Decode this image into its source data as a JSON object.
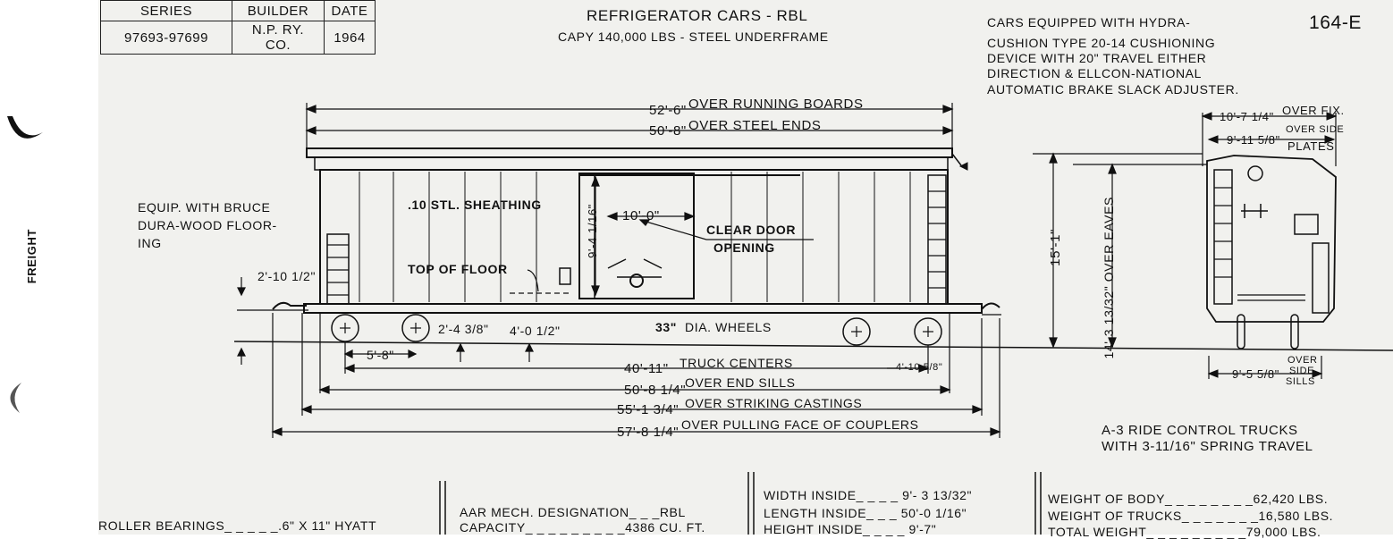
{
  "side_label": "FREIGHT",
  "header_table": {
    "col1_head": "SERIES",
    "col2_head": "BUILDER",
    "col3_head": "DATE",
    "col1_val": "97693-97699",
    "col2_val": "N.P. RY. CO.",
    "col3_val": "1964"
  },
  "title": {
    "line1": "REFRIGERATOR  CARS - RBL",
    "line2": "CAPY 140,000 LBS - STEEL UNDERFRAME"
  },
  "plate_number": "164-E",
  "note_top_right": [
    "CARS EQUIPPED WITH HYDRA-",
    "CUSHION TYPE 20-14 CUSHIONING",
    "DEVICE WITH 20\" TRAVEL EITHER",
    "DIRECTION & ELLCON-NATIONAL",
    "AUTOMATIC BRAKE SLACK ADJUSTER."
  ],
  "side_view": {
    "over_running_boards_value": "52'-6\"",
    "over_running_boards_label": "OVER  RUNNING  BOARDS",
    "over_steel_ends_value": "50'-8\"",
    "over_steel_ends_label": "OVER  STEEL  ENDS",
    "flooring_note": [
      "EQUIP. WITH BRUCE",
      "DURA-WOOD FLOOR-",
      "ING"
    ],
    "sheathing_note": ".10  STL.  SHEATHING",
    "top_of_floor": "TOP  OF  FLOOR",
    "door_height": "9'-4 1/16\"",
    "door_width": "10'-0\"",
    "clear_door_line1": "CLEAR  DOOR",
    "clear_door_line2": "OPENING",
    "floor_height": "2'-10 1/2\"",
    "wheel_base": "5'-8\"",
    "dim_a": "2'-4 3/8\"",
    "dim_b": "4'-0 1/2\"",
    "wheels_value": "33\"",
    "wheels_label": "DIA.  WHEELS",
    "truck_centers_value": "40'-11\"",
    "truck_centers_label": "TRUCK  CENTERS",
    "truck_offset": "4'-10 5/8\"",
    "end_sills_value": "50'-8 1/4\"",
    "end_sills_label": "OVER  END  SILLS",
    "striking_value": "55'-1 3/4\"",
    "striking_label": "OVER  STRIKING  CASTINGS",
    "couplers_value": "57'-8 1/4\"",
    "couplers_label": "OVER  PULLING  FACE  OF  COUPLERS"
  },
  "end_view": {
    "over_fix_value": "10'-7 1/4\"",
    "over_fix_label": "OVER FIX.",
    "over_side_plates_value": "9'-11 5/8\"",
    "over_side_plates_label1": "OVER SIDE",
    "over_side_plates_label2": "PLATES",
    "height_overall": "15'-1\"",
    "height_eaves": "14'-3 13/32\"  OVER EAVES",
    "over_side_sills_value": "9'-5 5/8\"",
    "over_side_sills_label1": "OVER",
    "over_side_sills_label2": "SIDE",
    "over_side_sills_label3": "SILLS"
  },
  "trucks_note": [
    "A-3  RIDE  CONTROL  TRUCKS",
    "WITH  3-11/16\"  SPRING  TRAVEL"
  ],
  "bottom": {
    "col1": "ROLLER BEARINGS_ _ _ _ _.6\" X 11\" HYATT",
    "col2_line1": "AAR MECH. DESIGNATION_ _ _RBL",
    "col2_line2": "CAPACITY_ _ _ _ _ _ _ _ _4386  CU. FT.",
    "col3_line1": "WIDTH  INSIDE_ _ _ _  9'- 3 13/32\"",
    "col3_line2": "LENGTH  INSIDE_ _ _  50'-0 1/16\"",
    "col3_line3": "HEIGHT  INSIDE_ _ _ _  9'-7\"",
    "col4_line1": "WEIGHT OF BODY_ _ _ _ _ _ _ _62,420 LBS.",
    "col4_line2": "WEIGHT OF TRUCKS_ _ _ _ _ _ _16,580 LBS.",
    "col4_line3": "TOTAL  WEIGHT_ _ _ _ _ _ _ _ _79,000 LBS."
  }
}
